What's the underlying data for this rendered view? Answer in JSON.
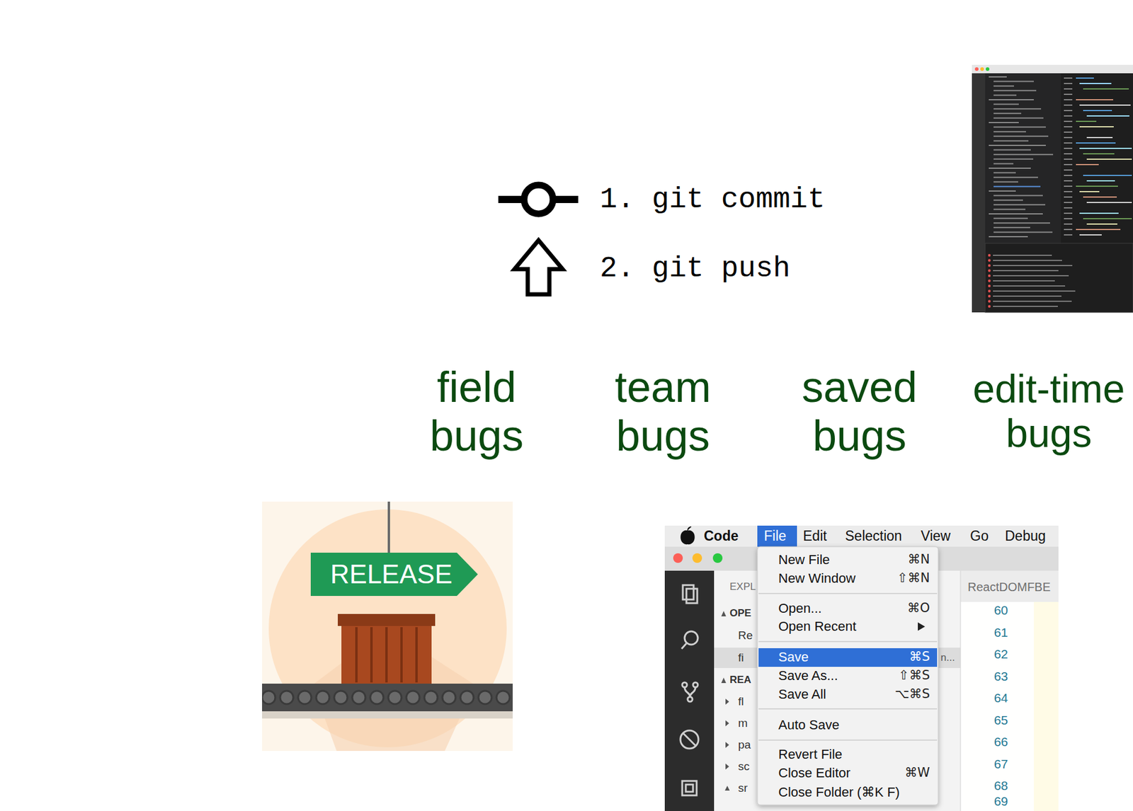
{
  "diagram": {
    "nodes": [
      {
        "text": [
          "edit-time bugs"
        ]
      },
      {
        "text": [
          "saved bugs"
        ],
        "in": 0
      },
      {
        "text": [
          "team bugs"
        ],
        "in": 1
      },
      {
        "text": [
          "field bugs"
        ],
        "in": 2
      }
    ],
    "labels": [
      "1. git commit",
      "2. git push",
      "RELEASE",
      "Code",
      "File",
      "Edit",
      "Selection",
      "View",
      "Go",
      "Debug",
      "EXPL",
      "OPE",
      "Re",
      "fi",
      "REA",
      "fl",
      "m",
      "pa",
      "sc",
      "sr",
      "n...",
      "ReactDOMFBE",
      "New File",
      "⌘N",
      "New Window",
      "⇧⌘N",
      "Open...",
      "⌘O",
      "Open Recent",
      "Save",
      "⌘S",
      "Save As...",
      "⇧⌘S",
      "Save All",
      "⌥⌘S",
      "Auto Save",
      "Revert File",
      "Close Editor",
      "⌘W",
      "Close Folder (⌘K F)",
      "60",
      "61",
      "62",
      "63",
      "64",
      "65",
      "66",
      "67",
      "68",
      "69"
    ]
  }
}
